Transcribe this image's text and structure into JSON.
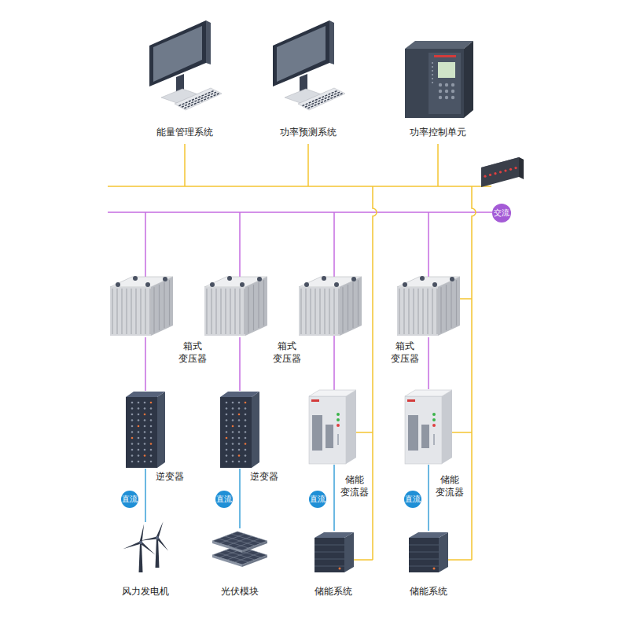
{
  "diagram": {
    "nodes": [
      {
        "text": [
          "能量管理系统"
        ]
      },
      {
        "text": [
          "功率预测系统"
        ]
      },
      {
        "text": [
          "功率控制单元"
        ]
      },
      {
        "text": [
          "交流"
        ]
      },
      {
        "text": [
          "箱式 变压器"
        ]
      },
      {
        "text": [
          "箱式 变压器"
        ]
      },
      {
        "text": [
          "箱式 变压器"
        ]
      },
      {
        "text": [
          "逆变器"
        ]
      },
      {
        "text": [
          "逆变器"
        ]
      },
      {
        "text": [
          "储能 变流器"
        ]
      },
      {
        "text": [
          "储能 变流器"
        ]
      },
      {
        "text": [
          "直流"
        ]
      },
      {
        "text": [
          "直流"
        ]
      },
      {
        "text": [
          "直流"
        ]
      },
      {
        "text": [
          "直流"
        ]
      },
      {
        "text": [
          "风力发电机"
        ]
      },
      {
        "text": [
          "光伏模块"
        ]
      },
      {
        "text": [
          "储能系统"
        ]
      },
      {
        "text": [
          "储能系统"
        ]
      }
    ],
    "edges": [
      {
        "from": 4,
        "to": 7,
        "arrow": "none"
      },
      {
        "from": 5,
        "to": 8,
        "arrow": "none"
      },
      {
        "from": 6,
        "to": 10,
        "arrow": "none"
      },
      {
        "from": 7,
        "to": 15,
        "arrow": "none"
      },
      {
        "from": 8,
        "to": 16,
        "arrow": "none"
      },
      {
        "from": 9,
        "to": 17,
        "arrow": "none"
      },
      {
        "from": 10,
        "to": 18,
        "arrow": "none"
      }
    ]
  }
}
